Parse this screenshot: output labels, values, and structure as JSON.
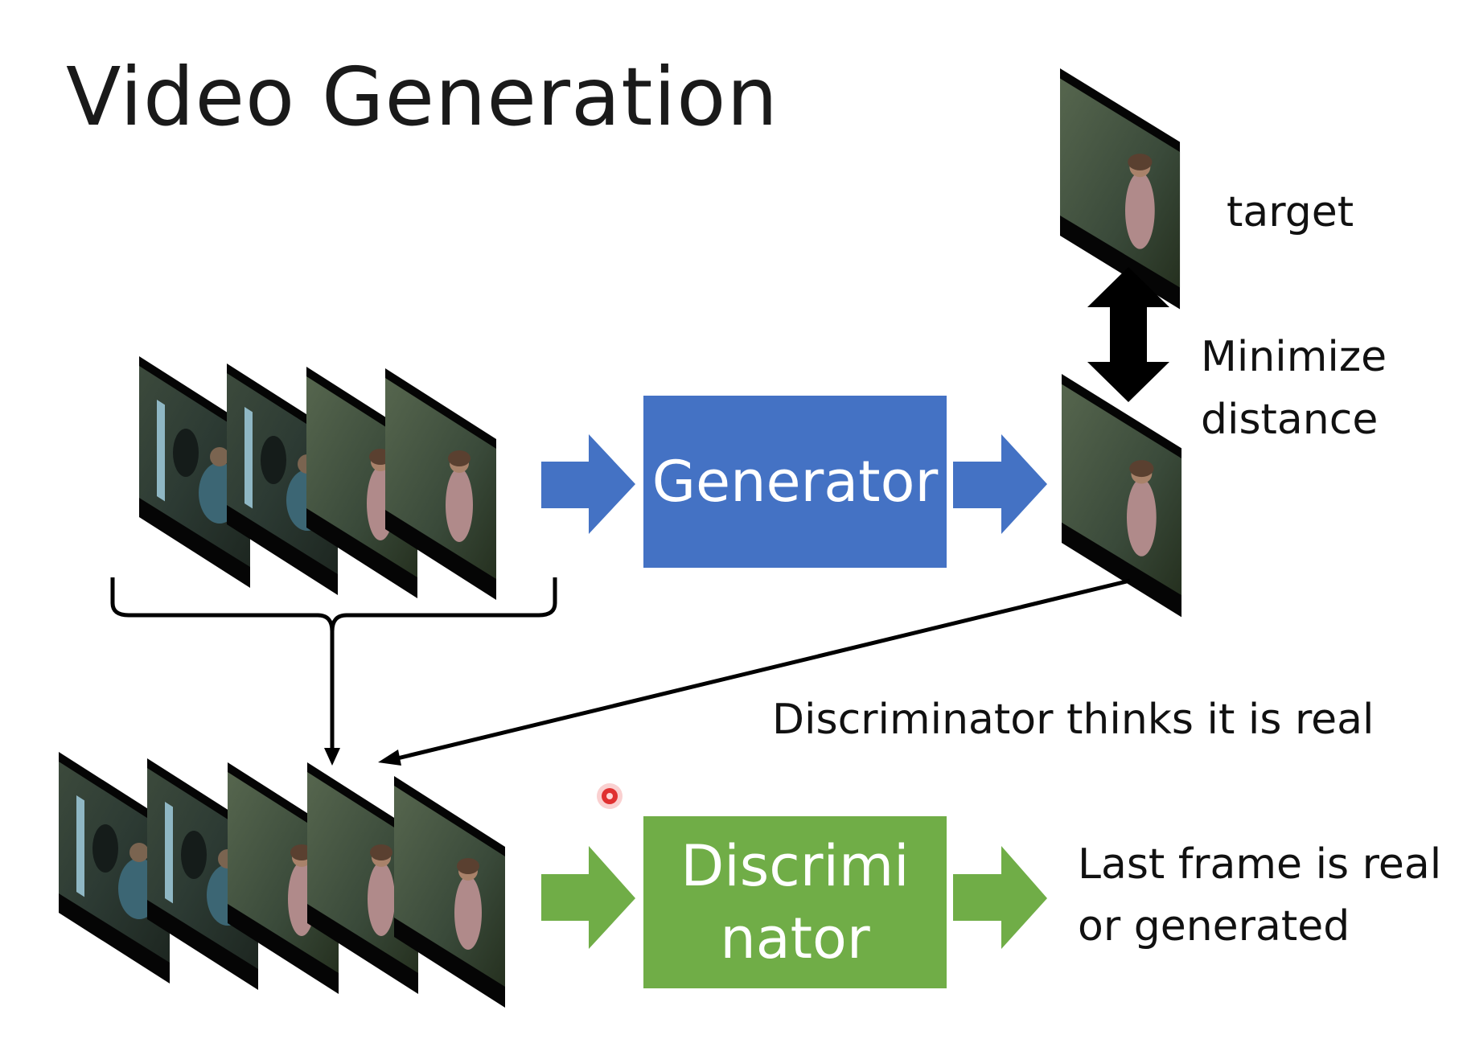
{
  "title": "Video Generation",
  "generator": {
    "label": "Generator"
  },
  "discriminator": {
    "line1": "Discrimi",
    "line2": "nator"
  },
  "labels": {
    "target": "target",
    "minimize_line1": "Minimize",
    "minimize_line2": "distance",
    "disc_thinks": "Discriminator thinks it is real",
    "last_frame_line1": "Last frame is real",
    "last_frame_line2": "or generated"
  },
  "colors": {
    "generator": "#4472c4",
    "discriminator": "#70ad47",
    "arrow_blue": "#4472c4",
    "arrow_green": "#70ad47",
    "laser_pointer": "#e03030"
  },
  "icons": [
    "video-frame-icon",
    "double-arrow-icon",
    "brace-icon",
    "laser-pointer-icon"
  ]
}
